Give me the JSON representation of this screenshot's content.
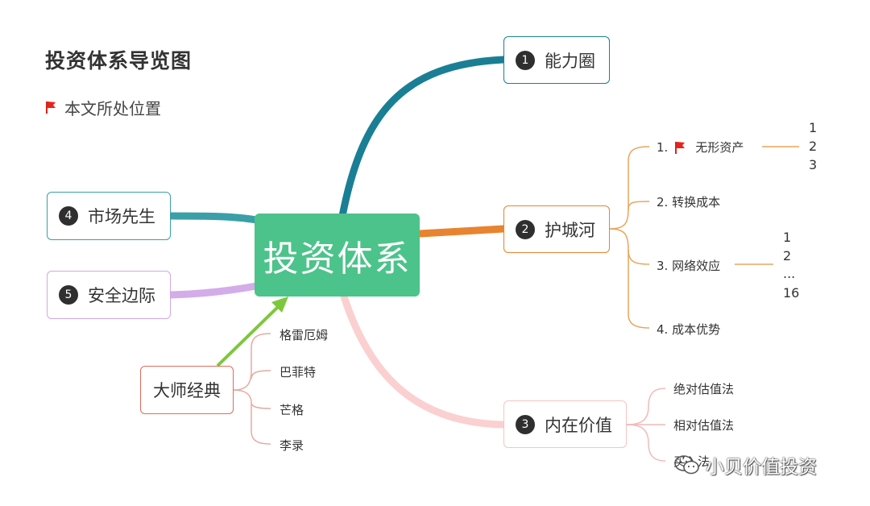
{
  "title": "投资体系导览图",
  "legend": {
    "icon": "red-flag-icon",
    "label": "本文所处位置"
  },
  "center": {
    "label": "投资体系"
  },
  "branches": {
    "b1": {
      "num": "1",
      "label": "能力圈",
      "color": "#1a7f95"
    },
    "b2": {
      "num": "2",
      "label": "护城河",
      "color": "#e8832f",
      "children": [
        {
          "prefix": "1.",
          "label": "无形资产",
          "flag": true,
          "sub": [
            "1",
            "2",
            "3"
          ]
        },
        {
          "prefix": "2.",
          "label": "转换成本"
        },
        {
          "prefix": "3.",
          "label": "网络效应",
          "sub": [
            "1",
            "2",
            "...",
            "16"
          ]
        },
        {
          "prefix": "4.",
          "label": "成本优势"
        }
      ]
    },
    "b3": {
      "num": "3",
      "label": "内在价值",
      "color": "#f7c3c3",
      "children": [
        "绝对估值法",
        "相对估值法",
        "买入法"
      ]
    },
    "b4": {
      "num": "4",
      "label": "市场先生",
      "color": "#3a9fa8"
    },
    "b5": {
      "num": "5",
      "label": "安全边际",
      "color": "#cfa8e6"
    }
  },
  "masters": {
    "label": "大师经典",
    "color": "#e06c5a",
    "arrow_color": "#7cc83a",
    "children": [
      "格雷厄姆",
      "巴菲特",
      "芒格",
      "李录"
    ]
  },
  "watermark": {
    "label": "小贝价值投资",
    "icon": "wechat-icon"
  }
}
